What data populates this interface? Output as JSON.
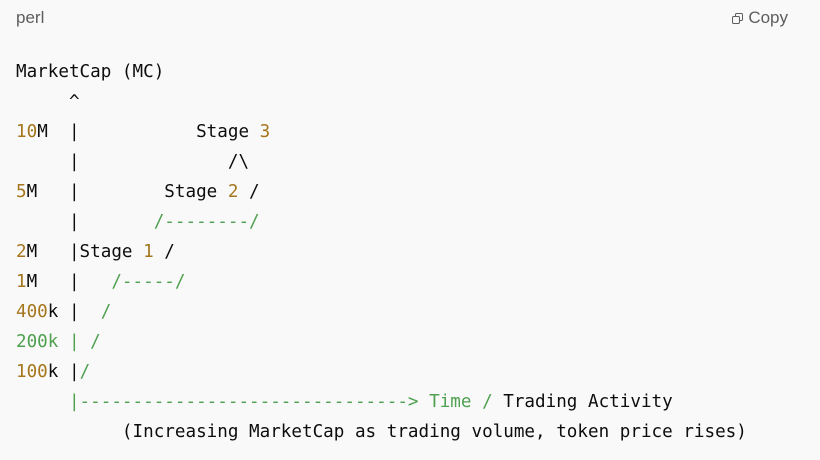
{
  "header": {
    "language": "perl",
    "copy_label": "Copy"
  },
  "colors": {
    "background": "#f9f9f9",
    "text": "#0d0d0d",
    "number": "#a5761c",
    "comment_green": "#4fa050",
    "header_text": "#5d5d5d"
  },
  "code": {
    "lines": [
      [
        {
          "t": "MarketCap (MC)",
          "c": ""
        }
      ],
      [
        {
          "t": "     ^",
          "c": ""
        }
      ],
      [
        {
          "t": "10",
          "c": "num"
        },
        {
          "t": "M  |           Stage ",
          "c": ""
        },
        {
          "t": "3",
          "c": "num"
        }
      ],
      [
        {
          "t": "     |              /\\",
          "c": ""
        }
      ],
      [
        {
          "t": "5",
          "c": "num"
        },
        {
          "t": "M   |        Stage ",
          "c": ""
        },
        {
          "t": "2",
          "c": "num"
        },
        {
          "t": " /",
          "c": ""
        }
      ],
      [
        {
          "t": "     |       ",
          "c": ""
        },
        {
          "t": "/--------/",
          "c": "grn"
        }
      ],
      [
        {
          "t": "2",
          "c": "num"
        },
        {
          "t": "M   |Stage ",
          "c": ""
        },
        {
          "t": "1",
          "c": "num"
        },
        {
          "t": " /",
          "c": ""
        }
      ],
      [
        {
          "t": "1",
          "c": "num"
        },
        {
          "t": "M   |   ",
          "c": ""
        },
        {
          "t": "/-----/",
          "c": "grn"
        }
      ],
      [
        {
          "t": "400",
          "c": "num"
        },
        {
          "t": "k |  ",
          "c": ""
        },
        {
          "t": "/",
          "c": "grn"
        }
      ],
      [
        {
          "t": "200k | /",
          "c": "grn"
        }
      ],
      [
        {
          "t": "100",
          "c": "num"
        },
        {
          "t": "k |",
          "c": ""
        },
        {
          "t": "/",
          "c": "grn"
        }
      ],
      [
        {
          "t": "     |-------------------------------> Time / ",
          "c": "grn"
        },
        {
          "t": "Trading Activity",
          "c": ""
        }
      ],
      [
        {
          "t": "          (Increasing MarketCap as trading volume, token price rises)",
          "c": ""
        }
      ]
    ]
  }
}
